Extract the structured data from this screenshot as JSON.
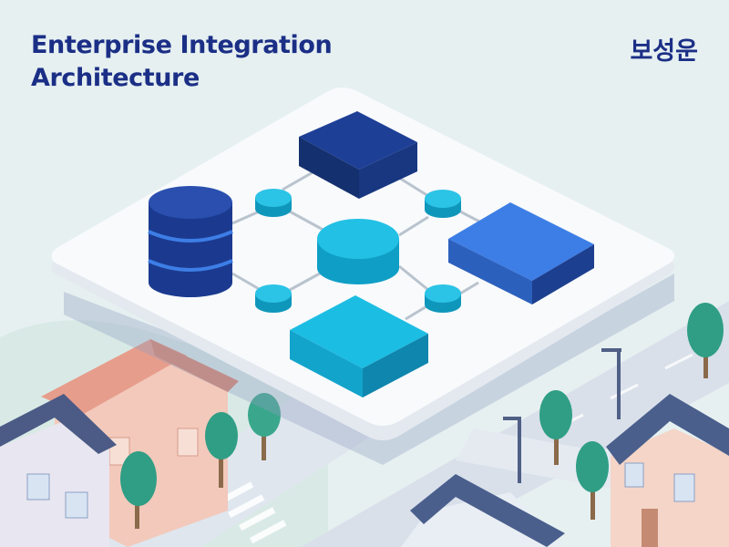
{
  "header": {
    "title_line_1": "Enterprise Integration",
    "title_line_2": "Architecture",
    "author": "보성운"
  },
  "colors": {
    "background": "#e6f0f1",
    "title": "#1b2f86",
    "platform": "#f7f9fb",
    "navy": "#1b3a8f",
    "blue": "#3d7ee6",
    "cyan": "#17b8de",
    "connector": "#b9c3ce",
    "tree": "#2f9e85",
    "roof": "#4a5f8c",
    "house_wall": "#f4d5c8"
  },
  "icons": {
    "database": "database-cylinder-icon",
    "hub": "central-hub-icon",
    "nodes": "connector-node-icon",
    "blocks": "isometric-block-icon"
  }
}
